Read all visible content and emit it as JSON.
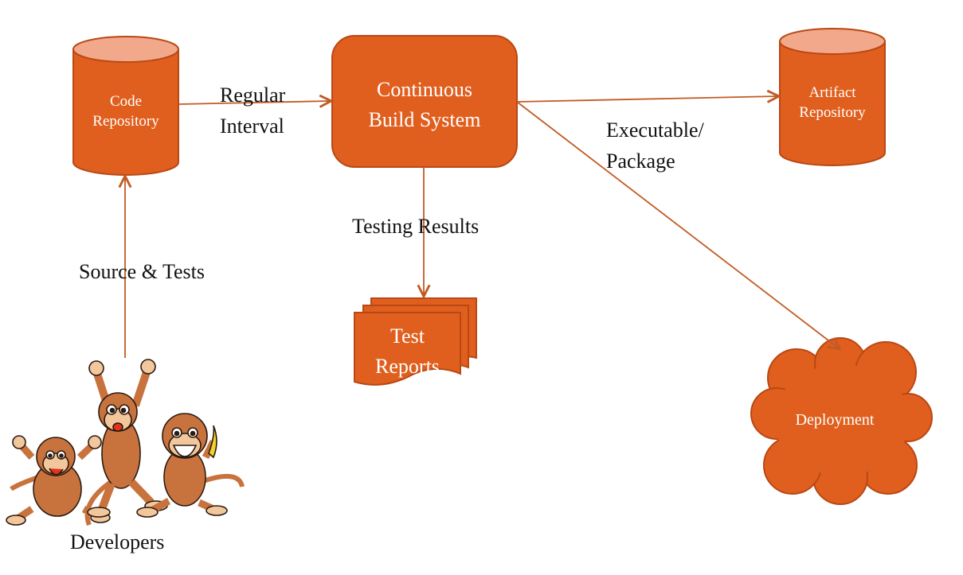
{
  "colors": {
    "node_fill": "#e05f1e",
    "node_stroke": "#b84814",
    "cylinder_top": "#f2a88a",
    "arrow": "#c25a24",
    "monkey_fur": "#c8733e",
    "monkey_face": "#f3c79c",
    "monkey_outline": "#2b1a10",
    "banana": "#f2d22b"
  },
  "nodes": {
    "code_repo": {
      "lines": [
        "Code",
        "Repository"
      ]
    },
    "build_system": {
      "lines": [
        "Continuous",
        "Build System"
      ]
    },
    "artifact_repo": {
      "lines": [
        "Artifact",
        "Repository"
      ]
    },
    "test_reports": {
      "lines": [
        "Test",
        "Reports"
      ]
    },
    "deployment": {
      "label": "Deployment"
    }
  },
  "edges": {
    "regular_interval": [
      "Regular",
      "Interval"
    ],
    "executable_package": [
      "Executable/",
      "Package"
    ],
    "testing_results": "Testing Results",
    "source_tests": "Source & Tests"
  },
  "developers": {
    "label": "Developers",
    "icon": "monkeys-illustration"
  }
}
